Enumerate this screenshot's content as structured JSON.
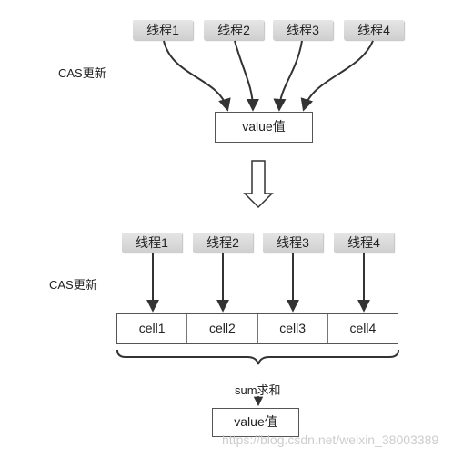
{
  "top": {
    "threads": [
      "线程1",
      "线程2",
      "线程3",
      "线程4"
    ],
    "cas_label": "CAS更新",
    "value_label": "value值"
  },
  "bottom": {
    "threads": [
      "线程1",
      "线程2",
      "线程3",
      "线程4"
    ],
    "cas_label": "CAS更新",
    "cells": [
      "cell1",
      "cell2",
      "cell3",
      "cell4"
    ],
    "sum_label": "sum求和",
    "value_label": "value值"
  },
  "watermark": "https://blog.csdn.net/weixin_38003389"
}
